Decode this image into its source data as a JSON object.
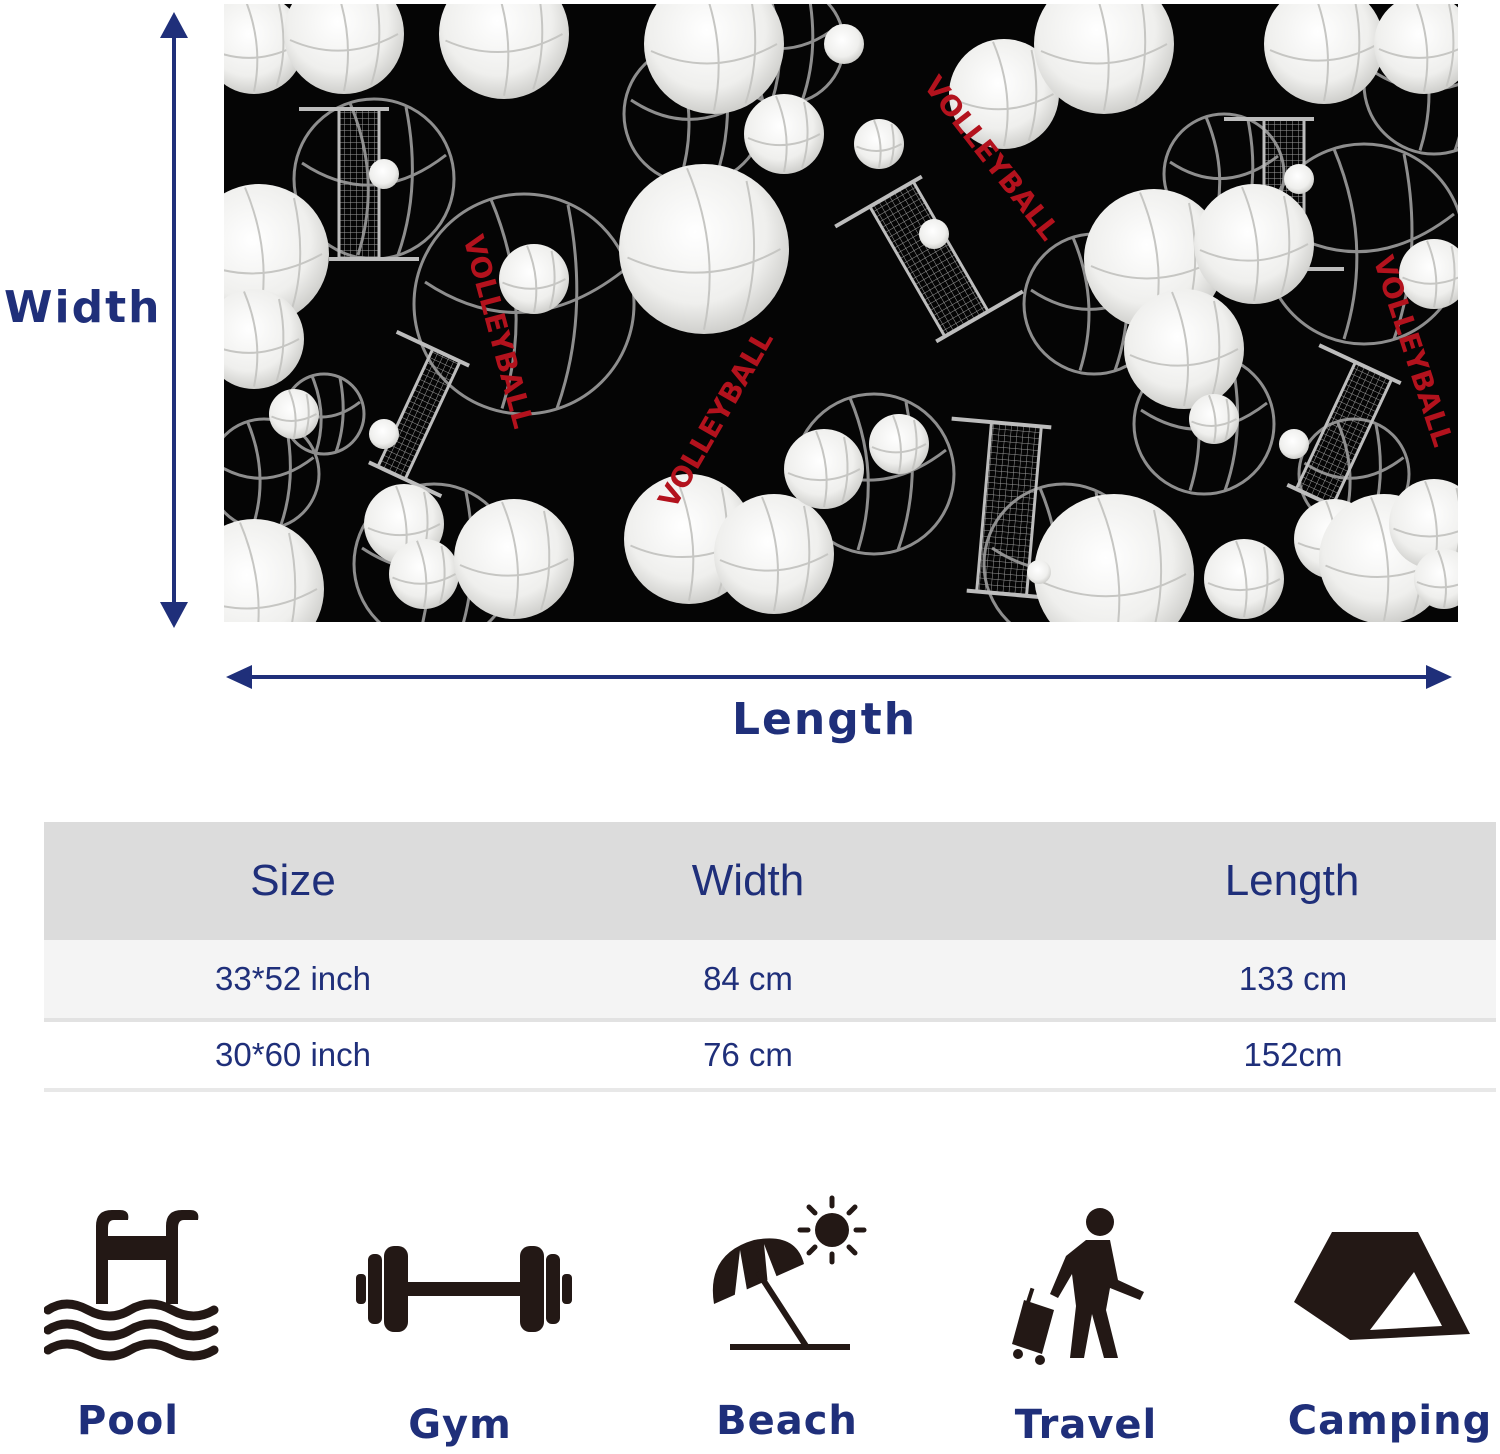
{
  "dimension_labels": {
    "width": "Width",
    "length": "Length"
  },
  "towel_print_text": "VOLLEYBALL",
  "size_table": {
    "headers": [
      "Size",
      "Width",
      "Length"
    ],
    "rows": [
      [
        "33*52 inch",
        "84 cm",
        "133 cm"
      ],
      [
        "30*60 inch",
        "76 cm",
        "152cm"
      ]
    ]
  },
  "uses": [
    {
      "label": "Pool",
      "icon": "pool-ladder-icon"
    },
    {
      "label": "Gym",
      "icon": "dumbbell-icon"
    },
    {
      "label": "Beach",
      "icon": "beach-umbrella-icon"
    },
    {
      "label": "Travel",
      "icon": "traveler-luggage-icon"
    },
    {
      "label": "Camping",
      "icon": "tent-icon"
    }
  ],
  "colors": {
    "accent_navy": "#1f2f7a",
    "towel_background": "#050505",
    "ball_white": "#efefed",
    "print_red": "#b3121d",
    "table_header_bg": "#dcdcdc",
    "icon_color": "#231815"
  }
}
